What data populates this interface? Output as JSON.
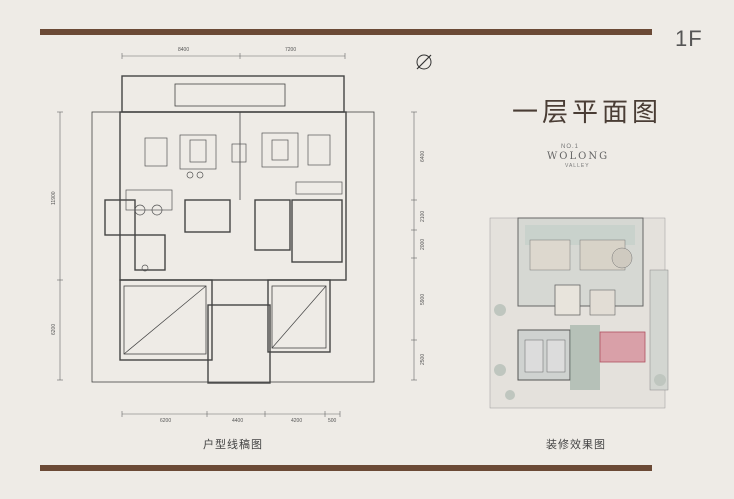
{
  "floor_code": "1F",
  "floor_title": "一层平面图",
  "brand": {
    "top": "NO.1",
    "main": "WOLONG",
    "sub": "VALLEY"
  },
  "captions": {
    "line_drawing": "户型线稿图",
    "render": "装修效果图"
  },
  "dimensions": {
    "top": [
      "8400",
      "7200"
    ],
    "bottom": [
      "6200",
      "4400",
      "4200",
      "500"
    ],
    "left": [
      "11900",
      "6200"
    ],
    "right": [
      "6400",
      "2100",
      "2000",
      "5900",
      "2500"
    ]
  },
  "colors": {
    "accent_bar": "#6b4a36",
    "background": "#eeebe6",
    "render_green": "#8fa89a",
    "render_pink": "#d9a0a8"
  },
  "icons": {
    "north_arrow": "compass-icon"
  }
}
